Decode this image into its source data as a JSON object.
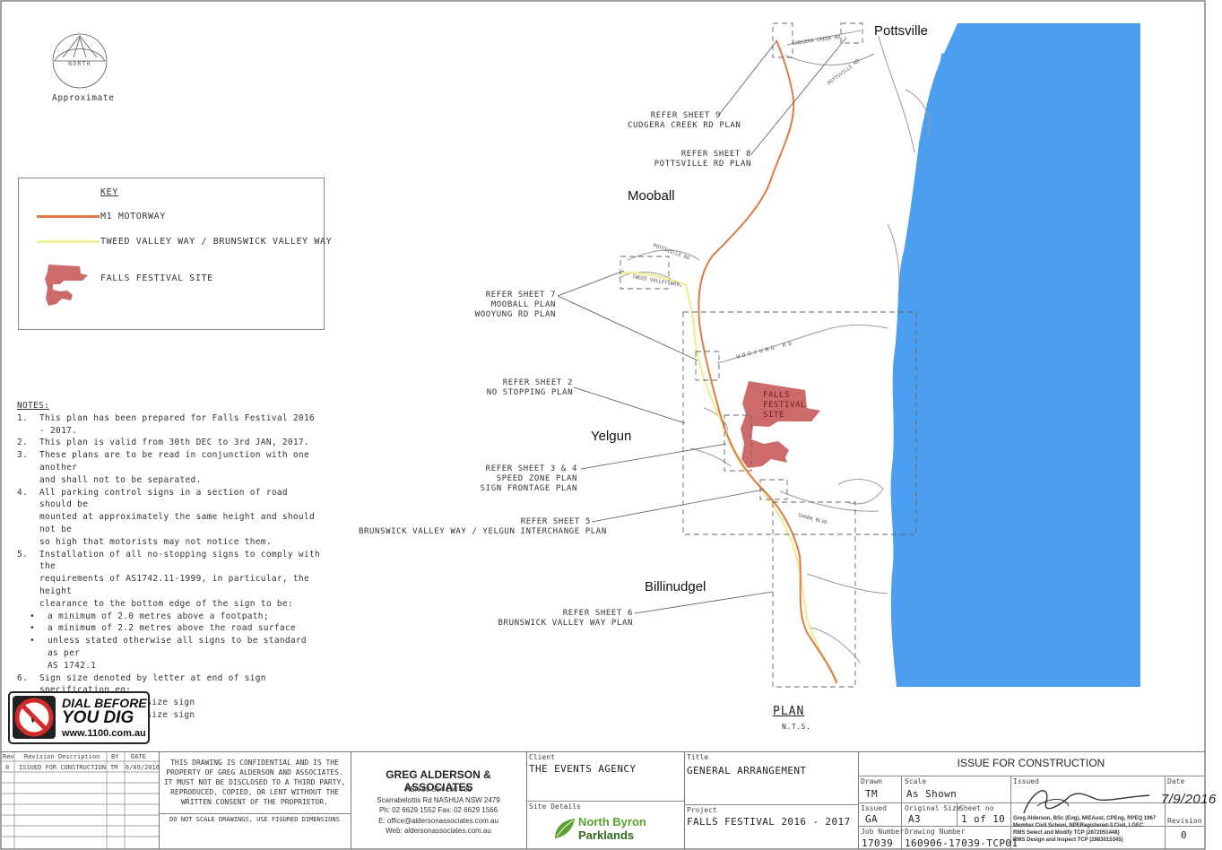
{
  "north_arrow": {
    "label": "NORTH",
    "caption": "Approximate"
  },
  "places": {
    "pottsville": "Pottsville",
    "mooball": "Mooball",
    "yelgun": "Yelgun",
    "billinudgel": "Billinudgel"
  },
  "roads": {
    "cudgera_creek_rd": "CUDGERA CREEK RD",
    "pottsville_rd_east": "POTTSVILLE RD",
    "pottsville_rd_west": "POTTSVILLE RD",
    "tweed_valley_way": "TWEED VALLEY WAY",
    "wooyung_rd": "WOOYUNG RD",
    "shara_blvd": "SHARA BLVD"
  },
  "site_label": {
    "l1": "FALLS",
    "l2": "FESTIVAL",
    "l3": "SITE"
  },
  "callouts": {
    "sheet9": {
      "l1": "REFER SHEET 9",
      "l2": "CUDGERA CREEK RD PLAN"
    },
    "sheet8": {
      "l1": "REFER SHEET 8",
      "l2": "POTTSVILLE RD PLAN"
    },
    "sheet7": {
      "l1": "REFER SHEET 7",
      "l2": "MOOBALL PLAN",
      "l3": "WOOYUNG RD PLAN"
    },
    "sheet2": {
      "l1": "REFER SHEET 2",
      "l2": "NO STOPPING PLAN"
    },
    "sheet34": {
      "l1": "REFER SHEET 3 & 4",
      "l2": "SPEED ZONE PLAN",
      "l3": "SIGN FRONTAGE PLAN"
    },
    "sheet5": {
      "l1": "REFER SHEET 5",
      "l2": "BRUNSWICK VALLEY WAY / YELGUN INTERCHANGE PLAN"
    },
    "sheet6": {
      "l1": "REFER SHEET 6",
      "l2": "BRUNSWICK VALLEY WAY PLAN"
    }
  },
  "key": {
    "title": "KEY",
    "items": [
      {
        "label": "M1 MOTORWAY",
        "color": "#e07a45"
      },
      {
        "label": "TWEED VALLEY WAY / BRUNSWICK VALLEY WAY",
        "color": "#eef0a0"
      },
      {
        "label": "FALLS FESTIVAL SITE",
        "color": "#cd6b6b"
      }
    ]
  },
  "notes": {
    "title": "NOTES:",
    "n1": "This plan has been prepared for Falls Festival 2016 - 2017.",
    "n2": "This plan is valid from 30th DEC to 3rd JAN, 2017.",
    "n3a": "These plans are to be read in conjunction with one another",
    "n3b": "and shall not to be separated.",
    "n4a": "All parking control signs in a section of road should be",
    "n4b": "mounted at approximately the same height and should not be",
    "n4c": "so high that motorists may not notice them.",
    "n5a": "Installation of all no-stopping signs to comply with the",
    "n5b": "requirements of AS1742.11-1999, in particular, the height",
    "n5c": "clearance to the bottom edge of the sign to be:",
    "b1": "a minimum of 2.0 metres above a footpath;",
    "b2": "a minimum of 2.2 metres above the road surface",
    "b3a": "unless stated otherwise all signs to be standard as per",
    "b3b": "AS 1742.1",
    "n6": "Sign size denoted by letter at end of sign specification eg:",
    "ex1": "R4-1-40A = A size sign",
    "ex2": "R4-1-40B = B size sign"
  },
  "plan_title": {
    "title": "PLAN",
    "sub": "N.T.S."
  },
  "dbyd": {
    "l1": "DIAL BEFORE",
    "l2": "YOU DIG",
    "url": "www.1100.com.au"
  },
  "title_block": {
    "rev_header": "Rev",
    "desc_header": "Revision Description",
    "by_header": "BY",
    "date_header": "DATE",
    "rev": "0",
    "desc": "ISSUED FOR CONSTRUCTION",
    "by": "TM",
    "date": "6/09/2016",
    "conf1": "THIS DRAWING IS CONFIDENTIAL AND IS THE",
    "conf2": "PROPERTY OF GREG ALDERSON AND ASSOCIATES.",
    "conf3": "IT MUST NOT BE DISCLOSED TO A THIRD PARTY,",
    "conf4": "REPRODUCED, COPIED, OR LENT WITHOUT THE",
    "conf5": "WRITTEN CONSENT OF THE PROPRIETOR.",
    "noscale": "DO NOT SCALE DRAWINGS, USE FIGURED DIMENSIONS",
    "company": "GREG ALDERSON & ASSOCIATES",
    "abn": "ABN 58 594 160 789",
    "addr": "Scarrabelottis Rd NASHUA NSW 2479",
    "ph": "Ph: 02 6629 1552  Fax: 02 6629 1566",
    "email": "E: office@aldersonassociates.com.au",
    "web": "Web: aldersonassociates.com.au",
    "client_label": "Client",
    "client": "THE EVENTS AGENCY",
    "site_label": "Site Details",
    "site_logo_1": "North Byron",
    "site_logo_2": "Parklands",
    "title_label": "Title",
    "title": "GENERAL ARRANGEMENT",
    "project_label": "Project",
    "project": "FALLS FESTIVAL 2016 - 2017",
    "issue": "ISSUE FOR CONSTRUCTION",
    "drawn_label": "Drawn",
    "drawn": "TM",
    "scale_label": "Scale",
    "scale": "As Shown",
    "issued_label": "Issued",
    "date_label": "Date",
    "date_signed": "7/9/2016",
    "issued2_label": "Issued",
    "issued2": "GA",
    "size_label": "Original Size",
    "size": "A3",
    "sheet_label": "Sheet no",
    "sheet": "1 of 10",
    "qual1": "Greg Alderson, BSc (Eng), MIEAust, CPEng, RPEQ 1967",
    "qual2": "Member Civil School, NPERegistered-3 Civil, LGEC",
    "qual3": "RMS Select and Modify TCP (2872051448)",
    "qual4": "RMS Design and Inspect TCP (2883015345)",
    "revision_label": "Revision",
    "revision": "0",
    "job_label": "Job Number",
    "job": "17039",
    "dwg_label": "Drawing Number",
    "dwg": "160906-17039-TCP01"
  }
}
